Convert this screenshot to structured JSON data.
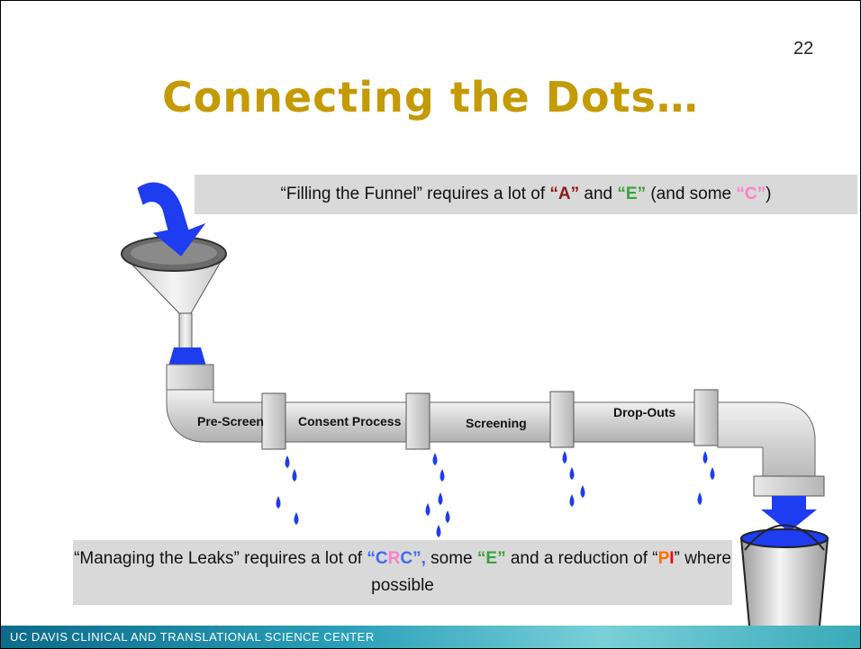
{
  "page_number": "22",
  "title": "Connecting the Dots…",
  "top_caption": {
    "pre": "“Filling the Funnel” requires a lot of ",
    "a": "“A”",
    "mid1": " and ",
    "e": "“E”",
    "mid2": " (and some ",
    "c": "“C”",
    "post": ")"
  },
  "stages": [
    "Pre-Screen",
    "Consent Process",
    "Screening",
    "Drop-Outs"
  ],
  "bottom_caption": {
    "pre": "“Managing the Leaks” requires a lot of ",
    "q_open": "“",
    "c1": "C",
    "r": "R",
    "c2": "C",
    "q_close": "”,",
    "mid1": " some ",
    "e": "“E”",
    "mid2": " and a reduction of “",
    "p": "P",
    "l": "I",
    "post": "” where possible"
  },
  "footer": "UC DAVIS CLINICAL AND TRANSLATIONAL SCIENCE CENTER",
  "colors": {
    "title": "#c49a05",
    "pipe": "#d6d6d6",
    "water": "#1e3cf0",
    "footer": "#2aa0b8"
  }
}
